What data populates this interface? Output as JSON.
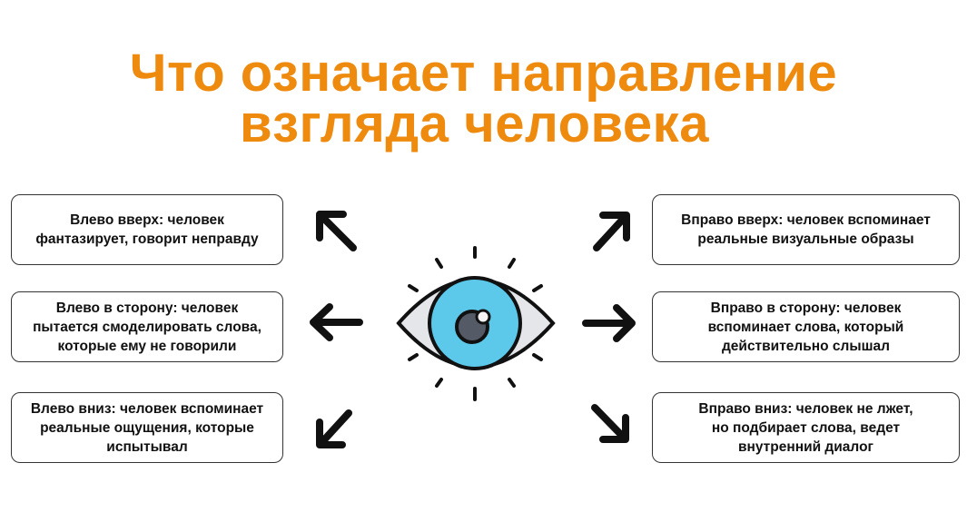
{
  "title": {
    "line1": "Что означает направление",
    "line2": "взгляда человека"
  },
  "directions": {
    "left_up": "Влево вверх: человек\nфантазирует, говорит неправду",
    "left_side": "Влево в сторону: человек\nпытается смоделировать слова,\nкоторые ему не говорили",
    "left_down": "Влево вниз: человек вспоминает\nреальные ощущения, которые\nиспытывал",
    "right_up": "Вправо вверх: человек вспоминает\nреальные визуальные образы",
    "right_side": "Вправо в сторону: человек\nвспоминает слова, который\nдействительно слышал",
    "right_down": "Вправо вниз: человек не лжет,\nно подбирает слова, ведет\nвнутренний диалог"
  },
  "colors": {
    "title": "#ee8a0e",
    "iris": "#5cc8ea",
    "pupil": "#555b66"
  }
}
